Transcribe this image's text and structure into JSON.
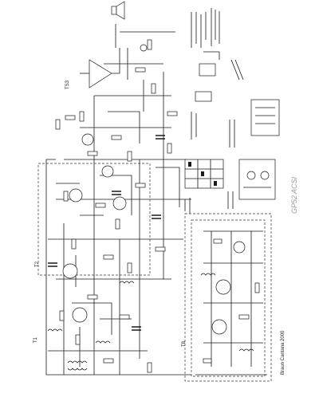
{
  "labels": {
    "title_rotated": "GP52 ACSI",
    "caption_rotated": "Braun Cantana 2000",
    "ref_t1": "T1",
    "ref_t2": "T2",
    "ref_ts3": "TS3",
    "ref_t8": "T8"
  },
  "colors": {
    "ink": "#1a1a1a",
    "grey_text": "#9a9a9a",
    "paper": "#ffffff"
  }
}
